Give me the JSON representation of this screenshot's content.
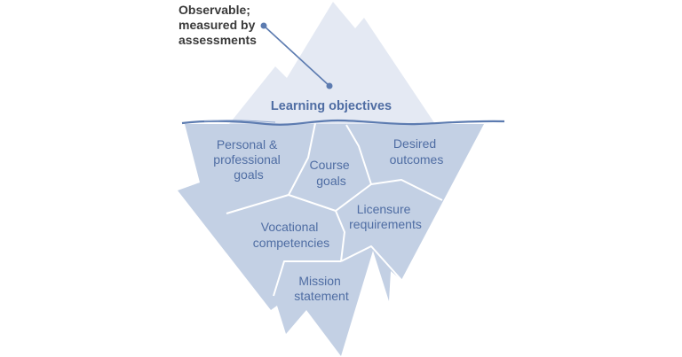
{
  "colors": {
    "tip_fill": "#e4e9f3",
    "underwater_fill": "#c3d0e4",
    "water_line": "#5c7bb0",
    "label_text": "#4f6da3",
    "callout_text": "#3a3a3a",
    "callout_line": "#5c7bb0",
    "divider": "#ffffff"
  },
  "callout": {
    "lines": [
      "Observable;",
      "measured by",
      "assessments"
    ]
  },
  "tip": {
    "label": "Learning objectives"
  },
  "segments": [
    {
      "id": "personal-professional-goals",
      "lines": [
        "Personal &",
        "professional",
        "goals"
      ]
    },
    {
      "id": "course-goals",
      "lines": [
        "Course",
        "goals"
      ]
    },
    {
      "id": "desired-outcomes",
      "lines": [
        "Desired",
        "outcomes"
      ]
    },
    {
      "id": "vocational-competencies",
      "lines": [
        "Vocational",
        "competencies"
      ]
    },
    {
      "id": "licensure-requirements",
      "lines": [
        "Licensure",
        "requirements"
      ]
    },
    {
      "id": "mission-statement",
      "lines": [
        "Mission",
        "statement"
      ]
    }
  ]
}
